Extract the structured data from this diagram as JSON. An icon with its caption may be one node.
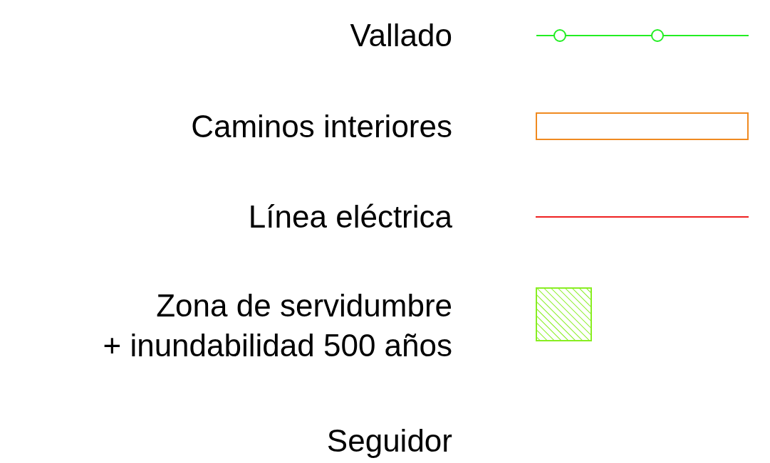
{
  "diagram": {
    "legend": [
      {
        "text": "Vallado"
      },
      {
        "text": "Caminos interiores"
      },
      {
        "text": "Línea eléctrica"
      },
      {
        "text": "Zona de servidumbre + inundabilidad 500 años"
      },
      {
        "text": "Seguidor"
      }
    ]
  }
}
